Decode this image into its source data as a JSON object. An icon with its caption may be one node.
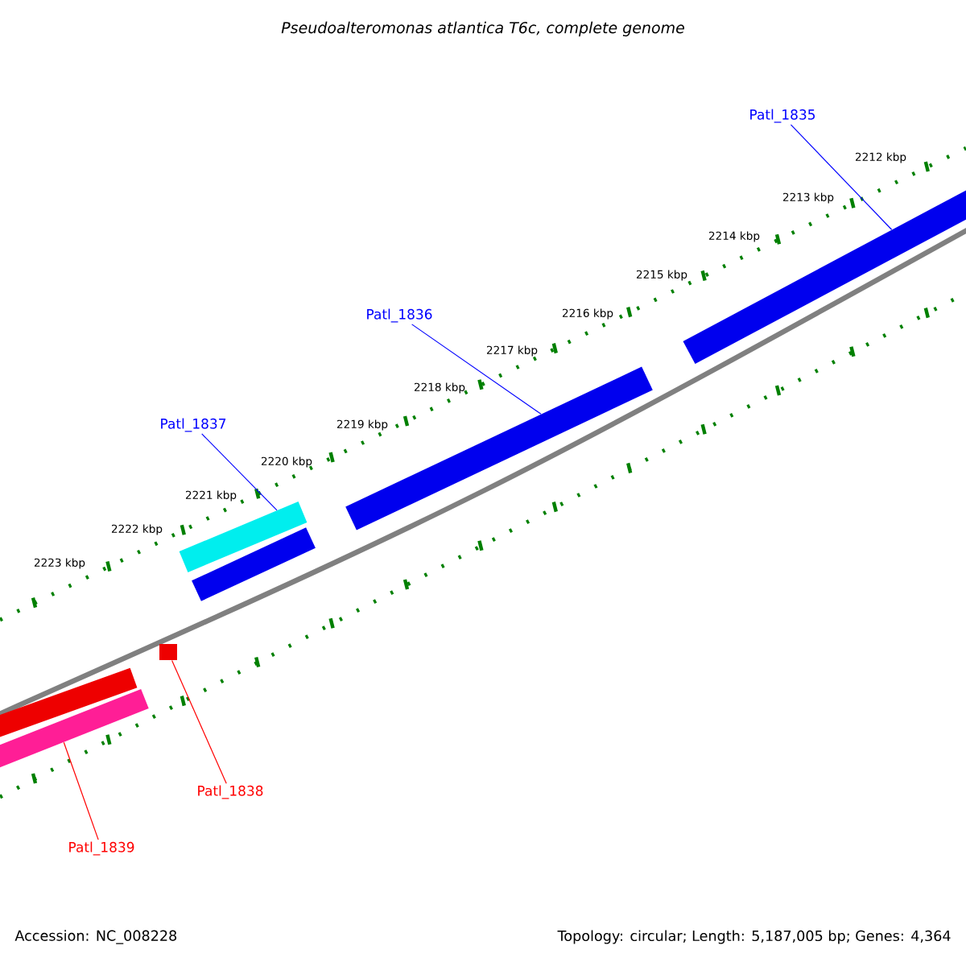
{
  "diagram": {
    "title": "Pseudoalteromonas atlantica T6c, complete genome",
    "nodes": [
      {
        "text": [
          "Patl_1835"
        ]
      },
      {
        "text": [
          "Patl_1836"
        ]
      },
      {
        "text": [
          "Patl_1837"
        ]
      },
      {
        "text": [
          "Patl_1838"
        ]
      },
      {
        "text": [
          "Patl_1839"
        ]
      },
      {
        "text": [],
        "shape": "bar"
      },
      {
        "text": [],
        "shape": "bar"
      },
      {
        "text": [],
        "shape": "bar"
      },
      {
        "text": [],
        "shape": "bar"
      },
      {
        "text": [],
        "shape": "bar"
      },
      {
        "text": [],
        "shape": "bar"
      },
      {
        "text": [],
        "shape": "bar"
      }
    ],
    "edges": [
      {
        "from": 0,
        "to": 5,
        "arrow": "none"
      },
      {
        "from": 1,
        "to": 6,
        "arrow": "none"
      },
      {
        "from": 2,
        "to": 7,
        "arrow": "none"
      },
      {
        "from": 3,
        "to": 9,
        "arrow": "none",
        "color": "#ff0000"
      },
      {
        "from": 4,
        "to": 11,
        "arrow": "none",
        "color": "#ff0000"
      }
    ],
    "labels": [
      "2212 kbp",
      "2213 kbp",
      "2214 kbp",
      "2215 kbp",
      "2216 kbp",
      "2217 kbp",
      "2218 kbp",
      "2219 kbp",
      "2220 kbp",
      "2221 kbp",
      "2222 kbp",
      "2223 kbp",
      "Accession: NC_008228",
      "Topology: circular; Length: 5,187,005 bp; Genes: 4,364"
    ]
  }
}
